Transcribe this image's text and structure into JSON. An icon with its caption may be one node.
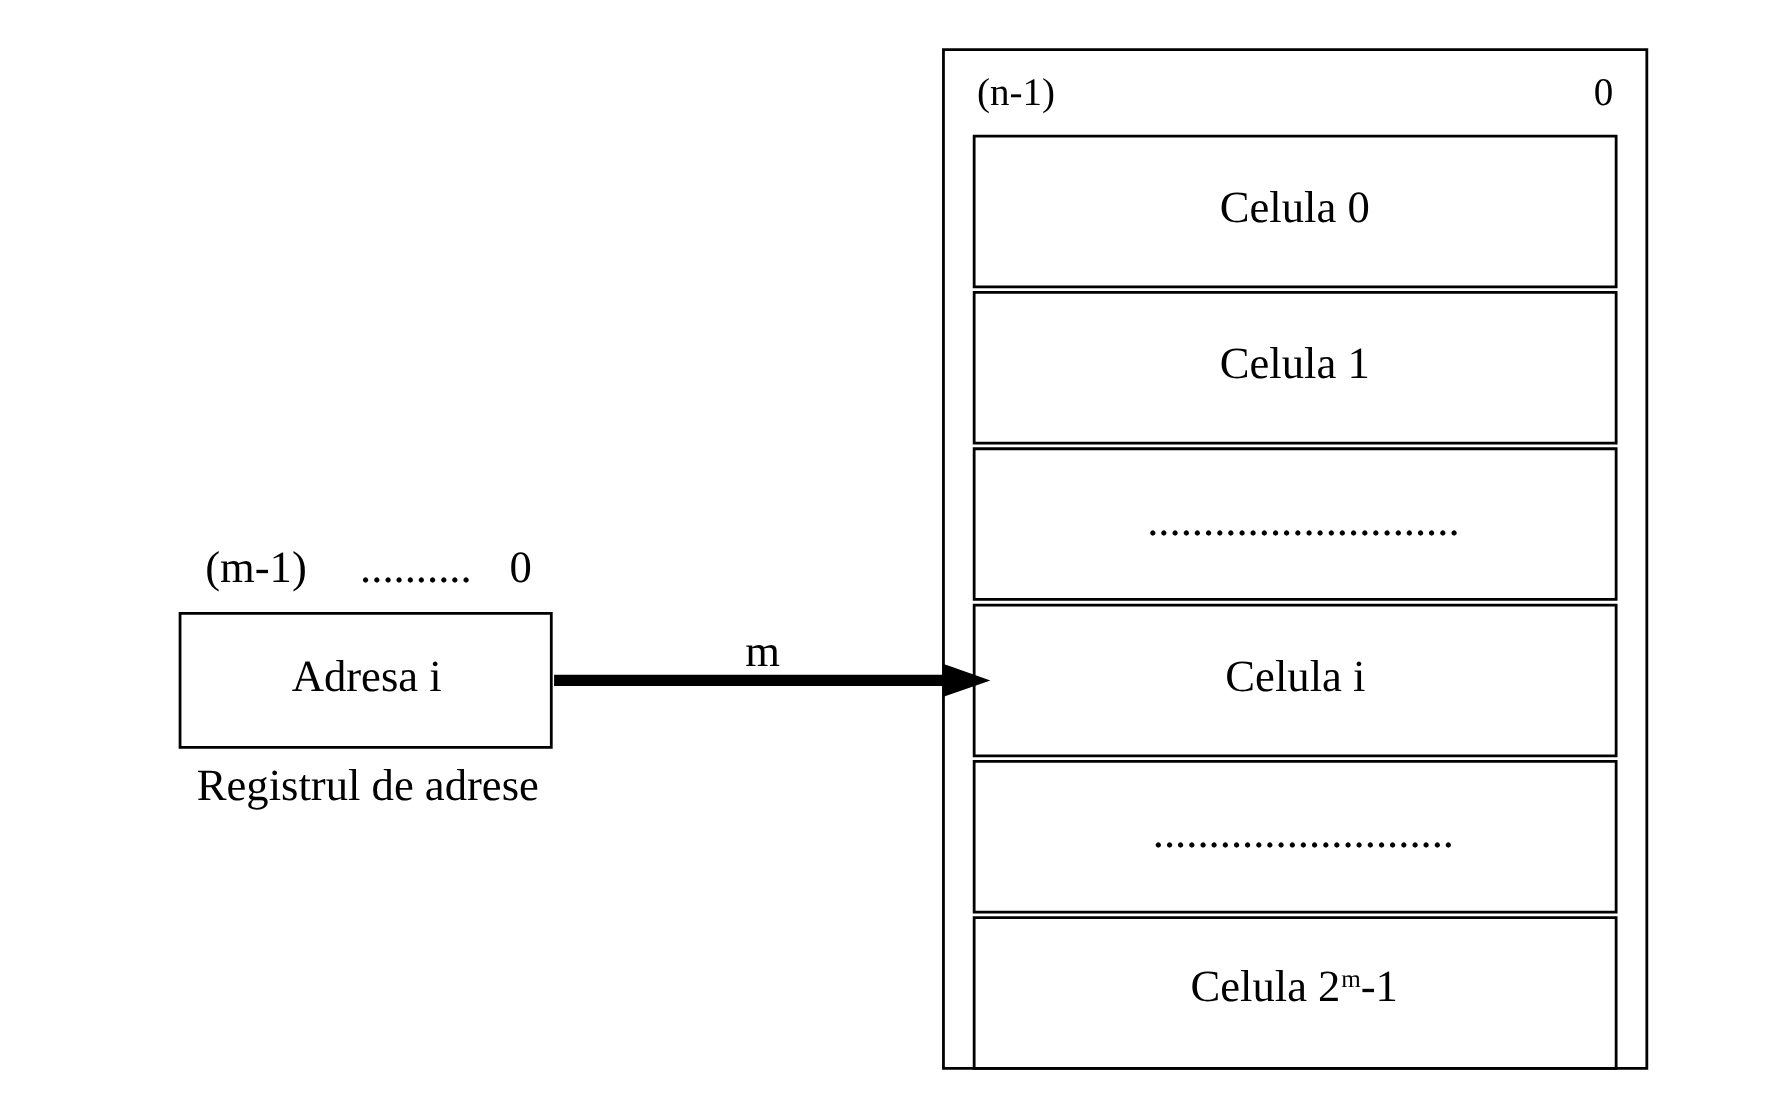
{
  "diagram": {
    "nodes": [
      {
        "text": [
          "Adresa i"
        ],
        "beside": [
          "(m-1)",
          "..........",
          "0",
          "Registrul de adrese"
        ]
      },
      {
        "text": [],
        "shape": "box",
        "beside": [
          "(n-1)",
          "0"
        ]
      },
      {
        "text": [
          "Celula 0"
        ],
        "in": 1
      },
      {
        "text": [
          "Celula 1"
        ],
        "in": 1
      },
      {
        "text": [
          "............................"
        ],
        "in": 1
      },
      {
        "text": [
          "Celula i"
        ],
        "in": 1
      },
      {
        "text": [
          "..........................."
        ],
        "in": 1
      },
      {
        "text": [
          "Celula 2$^{m}$-1"
        ],
        "in": 1
      }
    ],
    "edges": [
      {
        "from": 0,
        "to": 5,
        "arrow": "to",
        "label": "m"
      }
    ]
  }
}
